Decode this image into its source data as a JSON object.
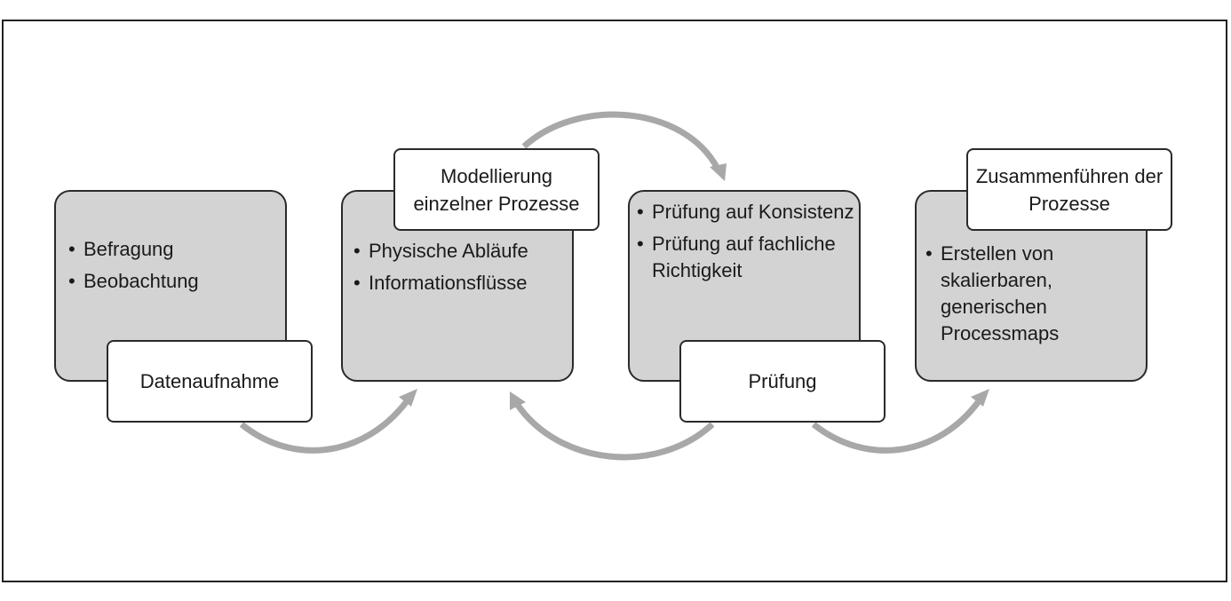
{
  "stages": [
    {
      "title": "Datenaufnahme",
      "items": [
        "Befragung",
        "Beobachtung"
      ]
    },
    {
      "title": "Modellierung einzelner Prozesse",
      "items": [
        "Physische Abläufe",
        "Informationsflüsse"
      ]
    },
    {
      "title": "Prüfung",
      "items": [
        "Prüfung auf Konsistenz",
        "Prüfung auf fachliche Richtigkeit"
      ]
    },
    {
      "title": "Zusammenführen der Prozesse",
      "items": [
        "Erstellen von skalierbaren, generischen Processmaps"
      ]
    }
  ],
  "colors": {
    "panel": "#d3d3d3",
    "label": "#ffffff",
    "border": "#2a2a2a",
    "arrow": "#a8a8a8"
  }
}
